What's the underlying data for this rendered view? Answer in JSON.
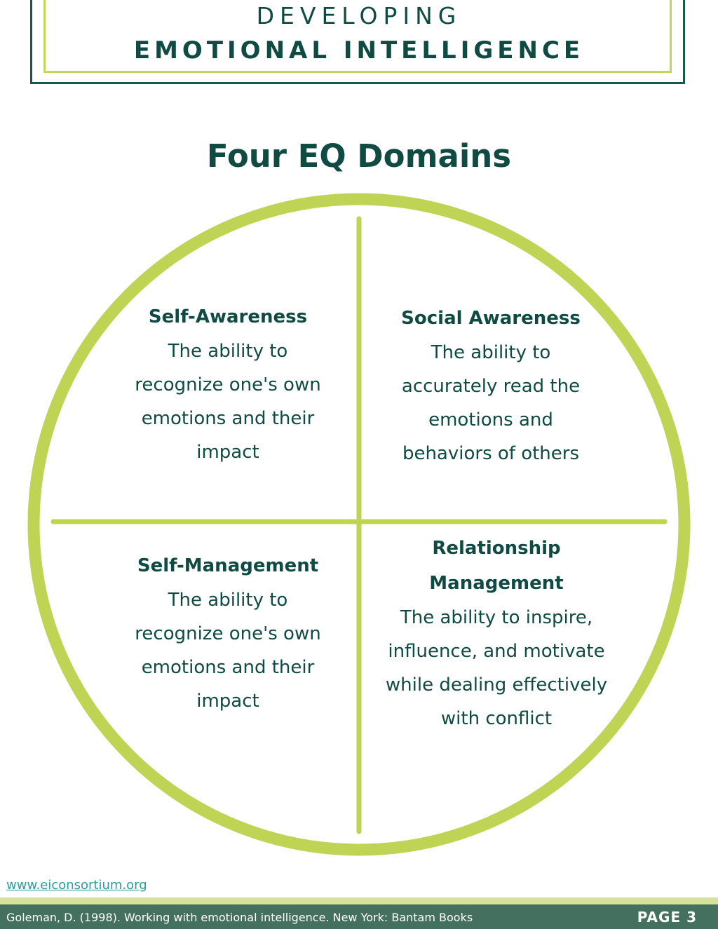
{
  "header": {
    "line1": "DEVELOPING",
    "line2": "EMOTIONAL INTELLIGENCE"
  },
  "title": "Four EQ Domains",
  "quadrants": [
    {
      "title": "Self-Awareness",
      "lines": [
        "The ability to",
        "recognize one's own",
        "emotions and their",
        "impact"
      ]
    },
    {
      "title": "Social Awareness",
      "lines": [
        "The ability to",
        "accurately read the",
        "emotions and",
        "behaviors of others"
      ]
    },
    {
      "title": "Self-Management",
      "lines": [
        "The ability to",
        "recognize one's own",
        "emotions and their",
        "impact"
      ]
    },
    {
      "title_lines": [
        "Relationship",
        "Management"
      ],
      "lines": [
        "The ability to inspire,",
        "influence, and motivate",
        "while dealing effectively",
        "with conflict"
      ]
    }
  ],
  "footer": {
    "website": "www.eiconsortium.org",
    "citation": "Goleman, D. (1998). Working with emotional intelligence. New York: Bantam Books",
    "page": "PAGE  3"
  },
  "colors": {
    "dark_teal": "#0f4a43",
    "lime": "#bfd354",
    "footer_bar": "#43705f",
    "link": "#2a9d9a"
  }
}
